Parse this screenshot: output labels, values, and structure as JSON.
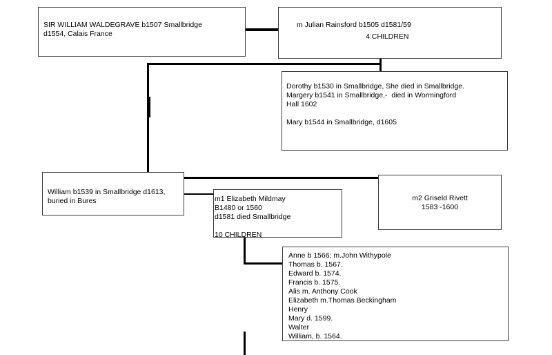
{
  "boxes": {
    "sir_william": {
      "lines": [
        "SIR WILLIAM WALDEGRAVE b1507 Smallbridge",
        "d1554, Calais France"
      ]
    },
    "julian": {
      "lines": [
        "m Julian Rainsford b1505 d1581/59",
        "4 CHILDREN"
      ]
    },
    "daughters": {
      "lines": [
        "Dorothy b1530 in Smallbridge, She died in Smallbridge.",
        "Margery b1541 in Smallbridge,-  died in Wormingford",
        "Hall 1602",
        "",
        "Mary b1544 in Smallbridge, d1605"
      ]
    },
    "william": {
      "lines": [
        "William b1539 in Smallbridge d1613,",
        "buried in Bures"
      ]
    },
    "elizabeth": {
      "lines": [
        "m1 Elizabeth Mildmay",
        "B1480 or 1560",
        "d1581 died Smallbridge",
        "",
        "10 CHILDREN"
      ]
    },
    "griseld": {
      "lines": [
        "m2 Griseld Rivett",
        "1583 -1600"
      ]
    },
    "children": {
      "lines": [
        "Anne b 1566; m.John Withypole",
        "Thomas b. 1567.",
        "Edward b. 1574.",
        "Francis b. 1575.",
        "Alis m. Anthony Cook",
        "Elizabeth m.Thomas Beckingham",
        "Henry",
        "Mary d. 1599.",
        "Walter",
        "William, b. 1564."
      ]
    }
  }
}
